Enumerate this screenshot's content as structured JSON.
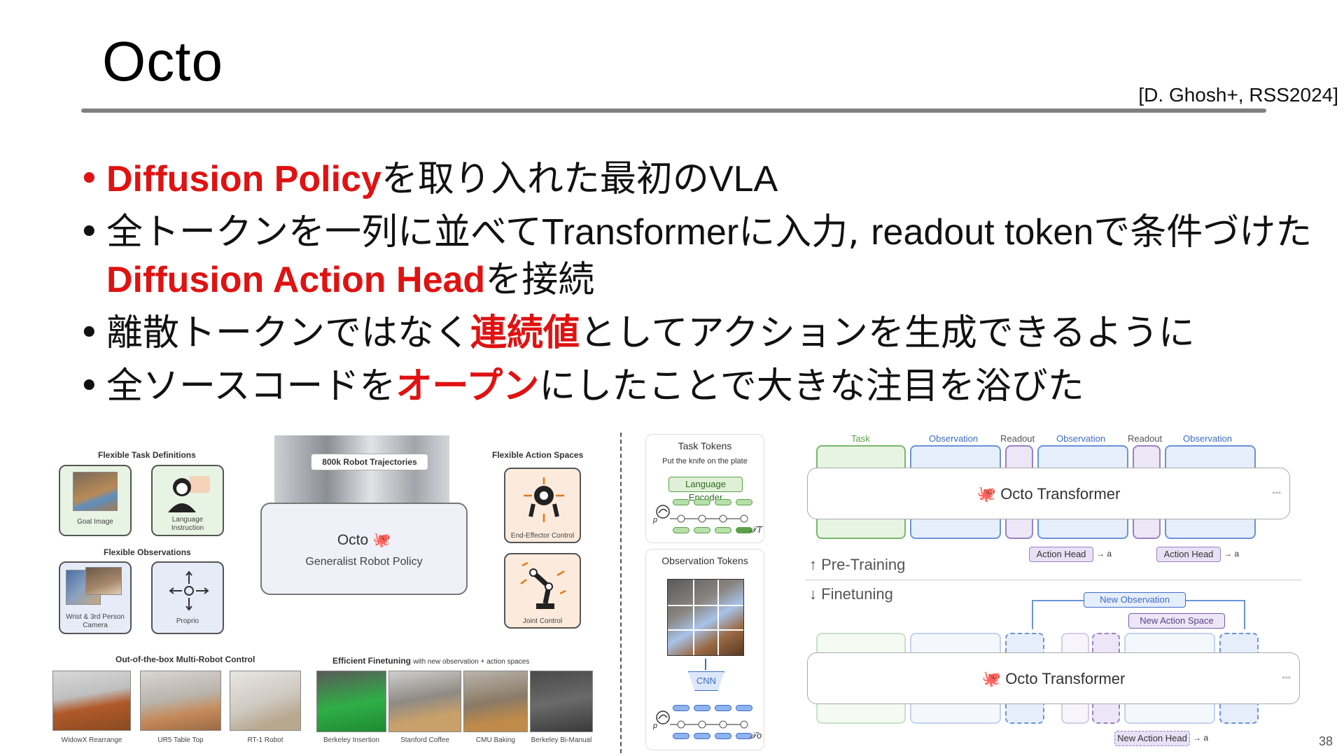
{
  "slide": {
    "title": "Octo",
    "citation": "[D. Ghosh+, RSS2024]",
    "page_number": "38"
  },
  "bullets": [
    {
      "parts": [
        {
          "t": "Diffusion Policy",
          "hl": true
        },
        {
          "t": "を取り入れた最初の"
        },
        {
          "t": "VLA",
          "lat": true
        }
      ]
    },
    {
      "parts": [
        {
          "t": "全トークンを一列に並べて"
        },
        {
          "t": "Transformer",
          "lat": true
        },
        {
          "t": "に入力, "
        },
        {
          "t": "readout token",
          "lat": true
        },
        {
          "t": "で条件づけた"
        },
        {
          "t": "Diffusion Action Head",
          "hl": true
        },
        {
          "t": "を接続"
        }
      ]
    },
    {
      "parts": [
        {
          "t": "離散トークンではなく"
        },
        {
          "t": "連続値",
          "hl": true
        },
        {
          "t": "としてアクションを生成できるように"
        }
      ]
    },
    {
      "parts": [
        {
          "t": "全ソースコードを"
        },
        {
          "t": "オープン",
          "hl": true
        },
        {
          "t": "にしたことで大きな注目を浴びた"
        }
      ]
    }
  ],
  "left_figure": {
    "flexible_task_definitions": "Flexible Task Definitions",
    "goal_image": "Goal Image",
    "language_instruction_1": "Language",
    "language_instruction_2": "Instruction",
    "flexible_observations": "Flexible Observations",
    "wrist_camera_1": "Wrist & 3rd Person",
    "wrist_camera_2": "Camera",
    "proprio": "Proprio",
    "trajectories_badge": "800k Robot Trajectories",
    "octo_name": "Octo",
    "octo_sub": "Generalist Robot Policy",
    "flexible_action_spaces": "Flexible Action Spaces",
    "end_effector": "End-Effector Control",
    "joint_control": "Joint Control",
    "multi_robot_title": "Out-of-the-box Multi-Robot Control",
    "finetuning_title": "Efficient Finetuning",
    "finetuning_sub": "with new observation + action spaces",
    "robots": [
      "WidowX Rearrange",
      "UR5 Table Top",
      "RT-1 Robot"
    ],
    "finetune_tasks": [
      "Berkeley Insertion",
      "Stanford Coffee",
      "CMU Baking",
      "Berkeley Bi-Manual"
    ]
  },
  "right_figure": {
    "task_tokens": "Task Tokens",
    "instruction_words": "Put  the knife  on the  plate",
    "language_encoder": "Language Encoder",
    "tau_t": "𝒯T",
    "observation_tokens": "Observation Tokens",
    "cnn": "CNN",
    "tau_o": "𝒯o",
    "p_label": "p",
    "col_labels": [
      "Task",
      "Observation",
      "Readout",
      "Observation",
      "Readout",
      "Observation"
    ],
    "transformer_name": "Octo Transformer",
    "action_head": "Action Head",
    "action_output": "a",
    "pre_training": "Pre-Training",
    "finetuning": "Finetuning",
    "new_observation": "New Observation",
    "new_action_space": "New Action Space",
    "new_action_head": "New Action Head",
    "ellipsis": "•••"
  },
  "colors": {
    "accent_red": "#e01212",
    "rule_gray": "#808080",
    "token_green": "#5aa04a",
    "token_blue": "#3c6dc5",
    "token_purple": "#7a5aa8"
  }
}
